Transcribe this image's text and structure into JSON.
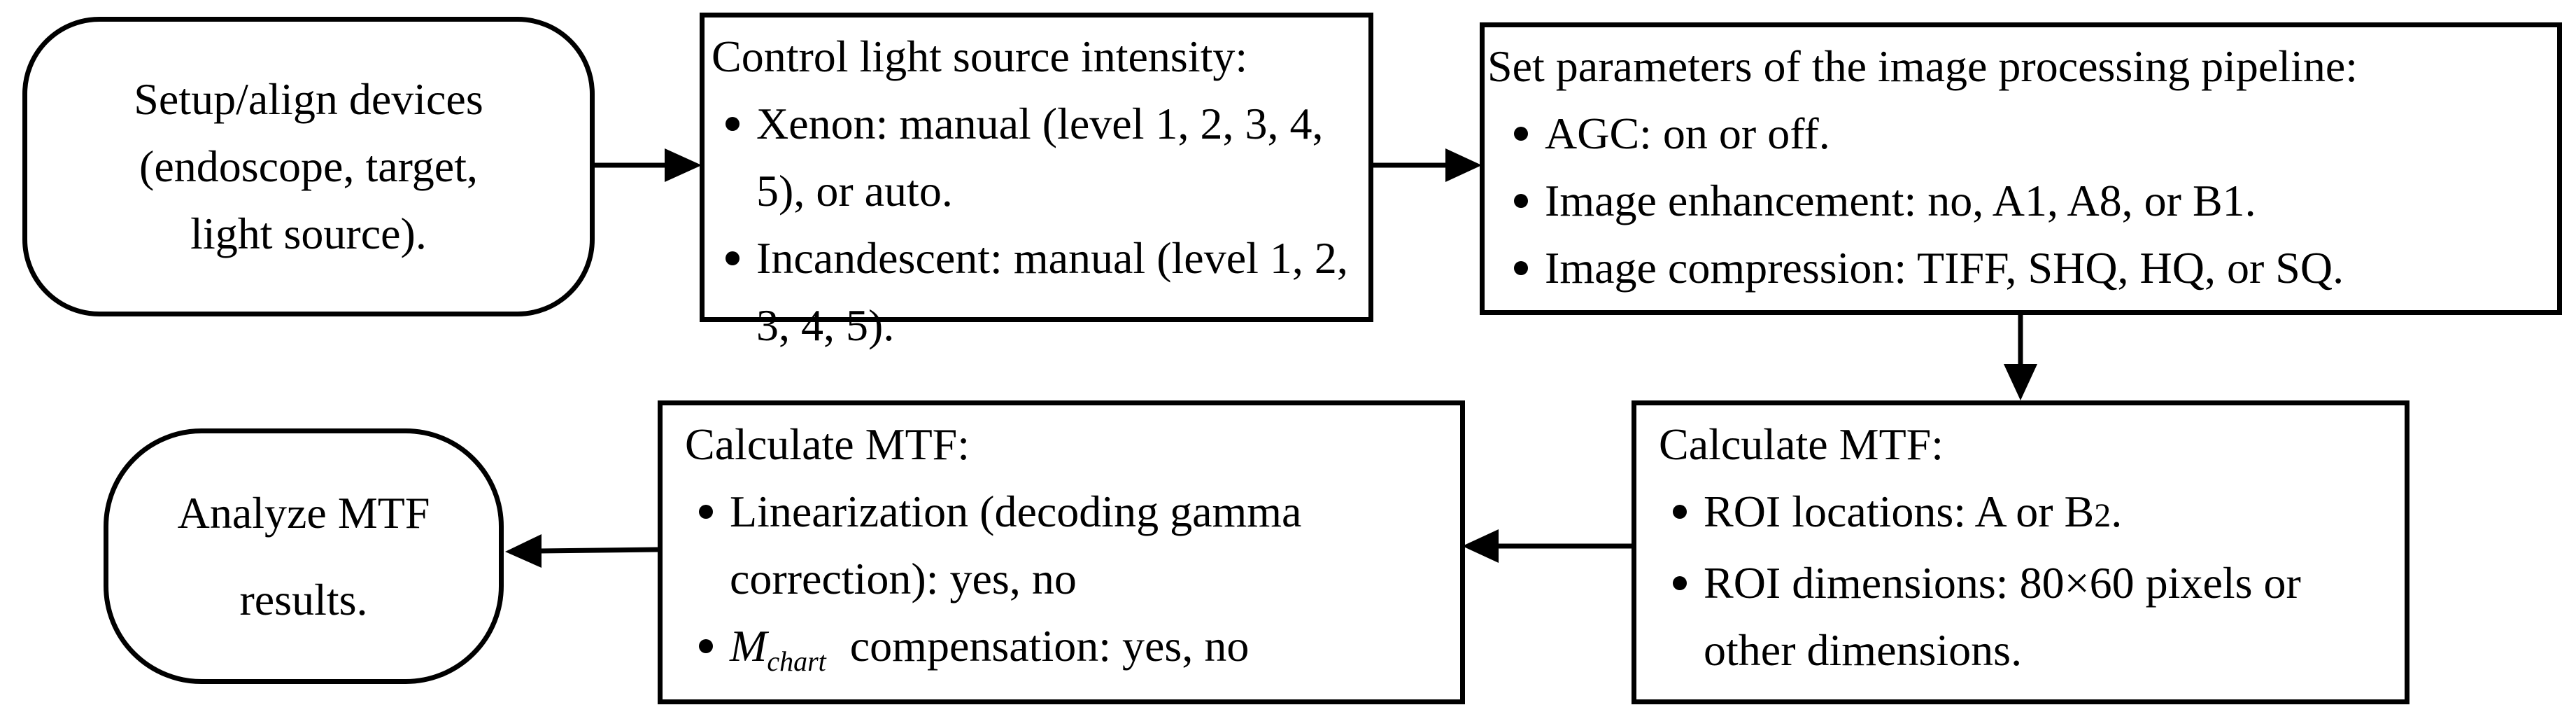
{
  "nodes": {
    "setup": {
      "lines": [
        "Setup/align devices",
        "(endoscope, target,",
        "light source)."
      ]
    },
    "light": {
      "title": "Control light source intensity:",
      "items": [
        "Xenon: manual (level 1, 2, 3, 4, 5), or auto.",
        "Incandescent: manual (level 1, 2, 3, 4, 5)."
      ]
    },
    "pipeline": {
      "title": "Set parameters of the image processing pipeline:",
      "items": [
        "AGC: on or off.",
        "Image enhancement: no, A1, A8, or B1.",
        "Image compression: TIFF, SHQ, HQ, or SQ."
      ]
    },
    "mtf_roi": {
      "title": "Calculate MTF:",
      "item1_prefix": "ROI locations: A or B",
      "item1_sub": "2",
      "item1_suffix": ".",
      "item2": "ROI dimensions: 80×60 pixels or other dimensions."
    },
    "mtf_lin": {
      "title": "Calculate MTF:",
      "item1": "Linearization (decoding gamma correction): yes, no",
      "item2_math_base": "M",
      "item2_math_sub": "chart",
      "item2_text": "compensation: yes, no"
    },
    "analyze": {
      "lines": [
        "Analyze MTF",
        "results."
      ]
    }
  }
}
